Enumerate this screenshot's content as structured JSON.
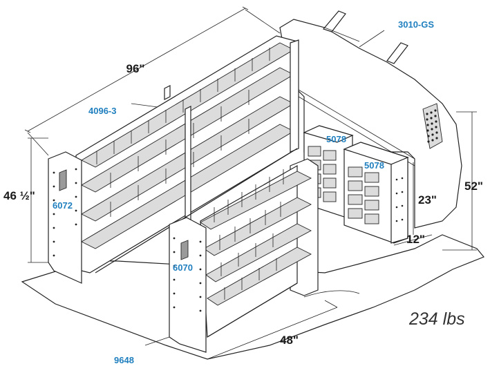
{
  "dimensions": {
    "width": "96\"",
    "height_left": "46 ½\"",
    "height_right": "52\"",
    "cabinet_height": "23\"",
    "cabinet_depth": "12\"",
    "front_unit_width": "48\""
  },
  "parts": {
    "bulkhead": "3010-GS",
    "rear_shelf": "4096-3",
    "left_end_panel": "6072",
    "front_end_panel": "6070",
    "cabinet_a": "5078",
    "cabinet_b": "5078",
    "floor": "9648"
  },
  "weight": "234 lbs",
  "colors": {
    "part_label": "#1f7fbf",
    "line": "#222222",
    "shade": "#dcdcdc"
  }
}
